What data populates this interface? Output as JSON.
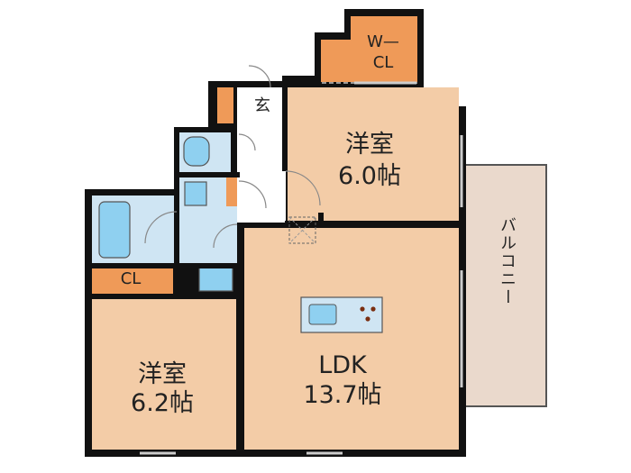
{
  "rooms": {
    "western_room_upper": {
      "name": "洋室",
      "size": "6.0帖"
    },
    "western_room_lower": {
      "name": "洋室",
      "size": "6.2帖"
    },
    "ldk": {
      "name": "LDK",
      "size": "13.7帖"
    },
    "walk_in_closet": {
      "line1": "W—",
      "line2": "CL"
    },
    "closet": {
      "label": "CL"
    },
    "entrance": {
      "label": "玄"
    },
    "balcony": {
      "label": "バルコニー"
    }
  },
  "colors": {
    "room_floor": "#f3cca7",
    "storage": "#ef9a58",
    "wet_area": "#cfe5f3",
    "fixture": "#8fd0f0",
    "balcony": "#ead9cc",
    "wall": "#111111"
  }
}
